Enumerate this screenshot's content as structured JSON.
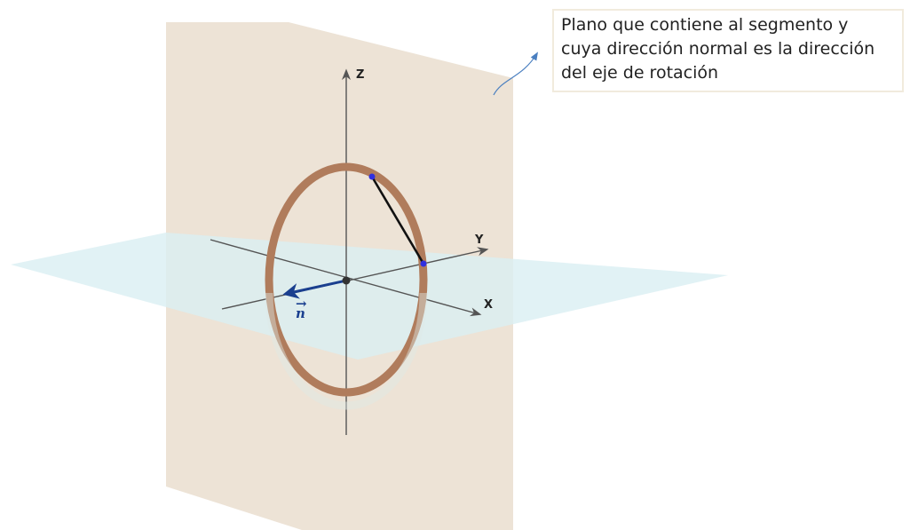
{
  "annotation": {
    "lines": [
      "Plano que contiene al segmento y",
      "cuya dirección normal es la dirección",
      "del eje de rotación"
    ]
  },
  "axes": {
    "x": "X",
    "y": "Y",
    "z": "Z"
  },
  "normal_vector": {
    "symbol": "n",
    "arrow": "→"
  },
  "colors": {
    "vertical_plane": "#ede3d6",
    "horizontal_plane": "#daeff2",
    "ring": "#b07c5c",
    "segment": "#111111",
    "points": "#2f2fe0",
    "normal_vector": "#1a3f8f",
    "axes": "#555555",
    "callout_arrow": "#4a7fc0"
  }
}
